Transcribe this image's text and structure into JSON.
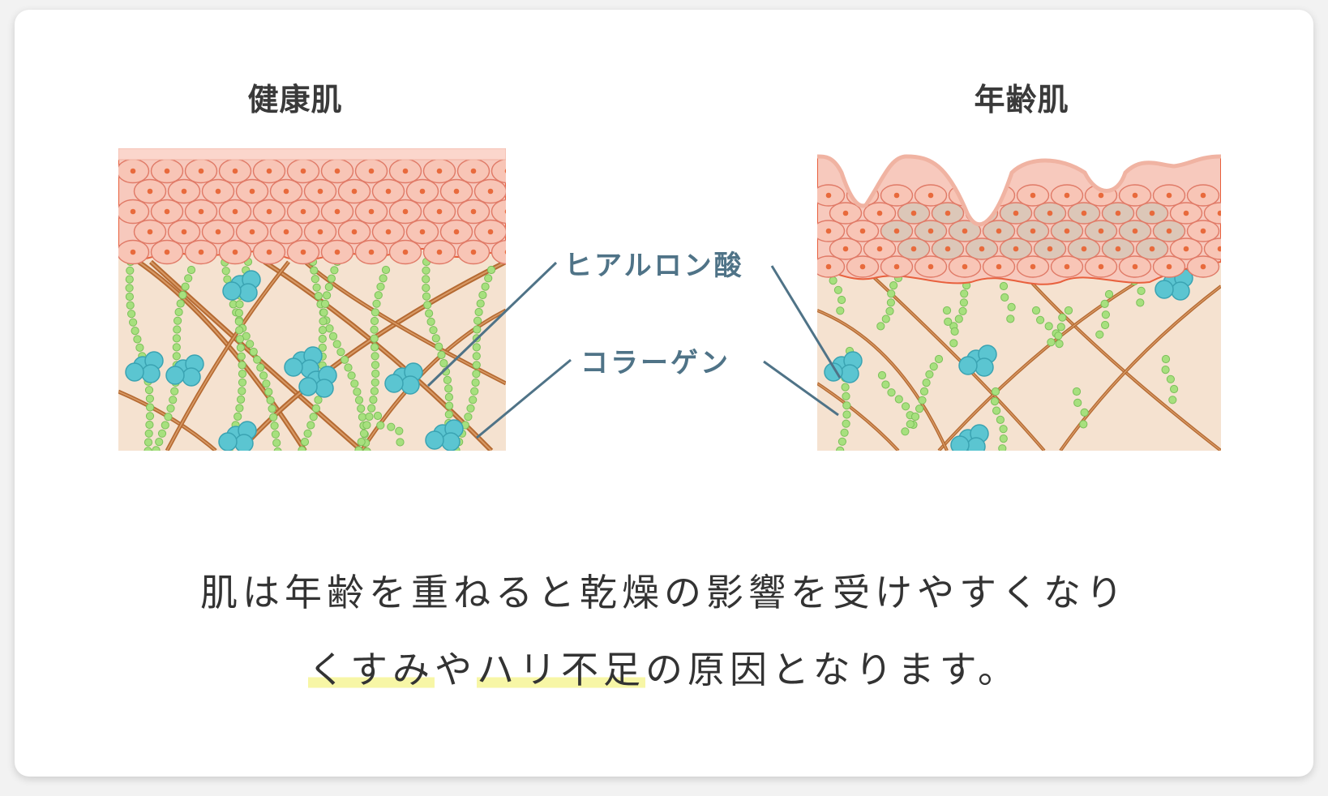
{
  "panels": {
    "healthy": {
      "title": "健康肌"
    },
    "aged": {
      "title": "年齢肌"
    }
  },
  "callouts": {
    "hyaluronic": "ヒアルロン酸",
    "collagen": "コラーゲン"
  },
  "caption": {
    "line1": "肌は年齢を重ねると乾燥の影響を受けやすくなり",
    "line2_parts": {
      "a": "くすみ",
      "b": "や",
      "c": "ハリ不足",
      "d": "の原因となります。"
    }
  },
  "colors": {
    "cell_fill": "#f8c5b6",
    "cell_stroke": "#e07a67",
    "nucleus": "#e86a3c",
    "aged_cell": "#dcc7b8",
    "dermis": "#f5e2d0",
    "collagen_bead": "#a7e07e",
    "elastin_fiber": "#b56a32",
    "hyaluronic": "#5bc5d1",
    "leader_line": "#4f7387",
    "highlight": "#f7f6a6"
  }
}
